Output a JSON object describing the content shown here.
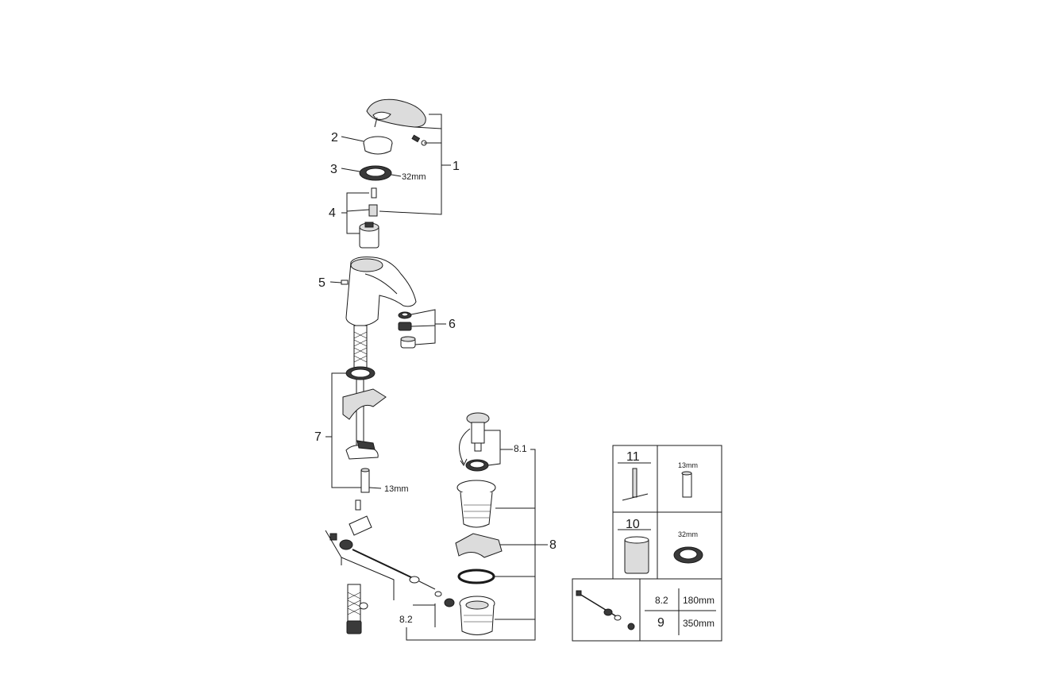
{
  "callouts": {
    "c1": "1",
    "c2": "2",
    "c3": "3",
    "c4": "4",
    "c5": "5",
    "c6": "6",
    "c7": "7",
    "c8": "8",
    "c8_1": "8.1",
    "c8_2": "8.2"
  },
  "dimensions": {
    "ring_32": "32mm",
    "rod_13": "13mm"
  },
  "tool_table": {
    "tool_11": "11",
    "tool_11_size": "13mm",
    "tool_10": "10",
    "tool_10_size": "32mm",
    "row_8_2": "8.2",
    "row_8_2_len": "180mm",
    "row_9": "9",
    "row_9_len": "350mm"
  }
}
